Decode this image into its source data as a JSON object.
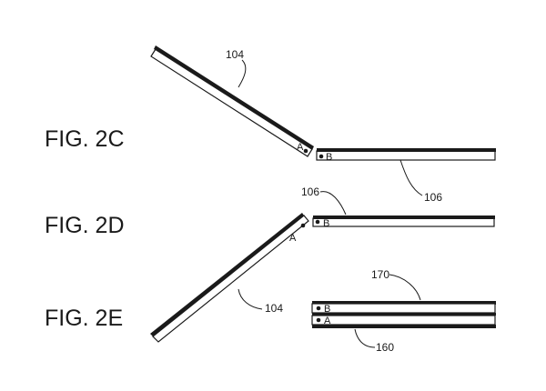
{
  "figures": {
    "fig_2c": "FIG. 2C",
    "fig_2d": "FIG. 2D",
    "fig_2e": "FIG. 2E"
  },
  "refs": {
    "r104_2c": "104",
    "r106_2c": "106",
    "r106_2d": "106",
    "r104_2d": "104",
    "r170_2e": "170",
    "r160_2e": "160"
  },
  "hinges": {
    "a_2c": "A",
    "b_2c": "B",
    "a_2d": "A",
    "b_2d": "B",
    "b_2e": "B",
    "a_2e": "A"
  }
}
